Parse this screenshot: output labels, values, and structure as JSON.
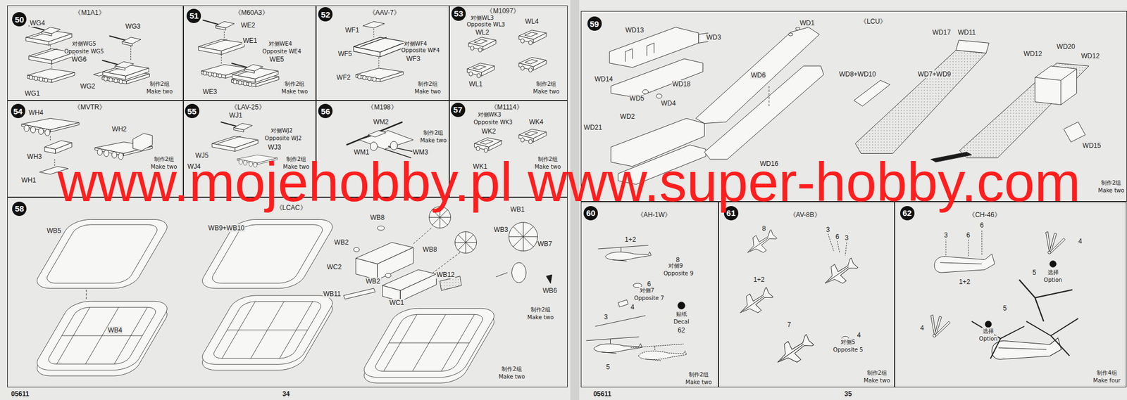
{
  "diagram": {
    "nodes": [
      {
        "text": [
          "《M1A1》"
        ]
      },
      {
        "text": [
          "50"
        ],
        "in": 0
      },
      {
        "text": [
          "《M60A3》"
        ]
      },
      {
        "text": [
          "51"
        ],
        "in": 2
      },
      {
        "text": [
          "《AAV-7》"
        ]
      },
      {
        "text": [
          "52"
        ],
        "in": 4
      },
      {
        "text": [
          "《M1097》"
        ]
      },
      {
        "text": [
          "53"
        ],
        "in": 6
      },
      {
        "text": [
          "《MVTR》"
        ]
      },
      {
        "text": [
          "54"
        ],
        "in": 8
      },
      {
        "text": [
          "《LAV-25》"
        ]
      },
      {
        "text": [
          "55"
        ],
        "in": 10
      },
      {
        "text": [
          "《M198》"
        ]
      },
      {
        "text": [
          "56"
        ],
        "in": 12
      },
      {
        "text": [
          "《M1114》"
        ]
      },
      {
        "text": [
          "57"
        ],
        "in": 14
      },
      {
        "text": [
          "《LCAC》"
        ]
      },
      {
        "text": [
          "58"
        ],
        "in": 16
      },
      {
        "text": [
          "《LCU》"
        ]
      },
      {
        "text": [
          "59"
        ],
        "in": 18
      },
      {
        "text": [
          "《AH-1W》"
        ]
      },
      {
        "text": [
          "60"
        ],
        "in": 20
      },
      {
        "text": [
          "《AV-8B》"
        ]
      },
      {
        "text": [
          "61"
        ],
        "in": 22
      },
      {
        "text": [
          "《CH-46》"
        ]
      },
      {
        "text": [
          "62"
        ],
        "in": 24
      }
    ],
    "labels": [
      "WG4",
      "WG3",
      "对侧WG5",
      "Opposite WG5",
      "WG6",
      "WG1",
      "WG2",
      "制作2组",
      "Make two",
      "WE2",
      "WE1",
      "对侧WE4",
      "Opposite WE4",
      "WE5",
      "WE3",
      "制作2组",
      "Make two",
      "WF1",
      "对侧WF4",
      "Opposite WF4",
      "WF5",
      "WF3",
      "WF2",
      "制作2组",
      "Make two",
      "对侧WL3",
      "Opposite WL3",
      "WL2",
      "WL4",
      "WL1",
      "制作2组",
      "Make two",
      "WH4",
      "WH2",
      "WH3",
      "WH1",
      "制作2组",
      "Make two",
      "WJ1",
      "对侧WJ2",
      "Opposite WJ2",
      "WJ3",
      "WJ5",
      "WJ4",
      "制作2组",
      "Make two",
      "WM2",
      "WM1",
      "WM3",
      "制作2组",
      "Make two",
      "对侧WK3",
      "Opposite WK3",
      "WK2",
      "WK4",
      "WK1",
      "制作2组",
      "Make two",
      "WB5",
      "WB9+WB10",
      "WB4",
      "WB8",
      "WB1",
      "WB3",
      "WB2",
      "WB8",
      "WB7",
      "WC2",
      "WB2",
      "WB12",
      "WB11",
      "WC1",
      "WB6",
      "制作2组",
      "Make two",
      "制作2组",
      "Make two",
      "WD13",
      "WD3",
      "WD1",
      "WD6",
      "WD17",
      "WD11",
      "WD14",
      "WD18",
      "WD12",
      "WD20",
      "WD12",
      "WD8+WD10",
      "WD7+WD9",
      "WD5",
      "WD4",
      "WD2",
      "WD21",
      "WD16",
      "WD15",
      "制作2组",
      "Make two",
      "1+2",
      "8",
      "对侧9",
      "Opposite 9",
      "6",
      "对侧7",
      "Opposite 7",
      "4",
      "贴纸",
      "Decal",
      "62",
      "3",
      "5",
      "制作2组",
      "Make two",
      "8",
      "3",
      "6",
      "3",
      "1+2",
      "7",
      "4",
      "对侧5",
      "Opposite 5",
      "制作2组",
      "Make two",
      "3",
      "6",
      "6",
      "4",
      "选择",
      "Option",
      "1+2",
      "5",
      "5",
      "4",
      "选择",
      "Option",
      "制作4组",
      "Make four",
      "www.mojehobby.pl www.super-hobby.com",
      "05611",
      "34",
      "05611",
      "35"
    ]
  }
}
